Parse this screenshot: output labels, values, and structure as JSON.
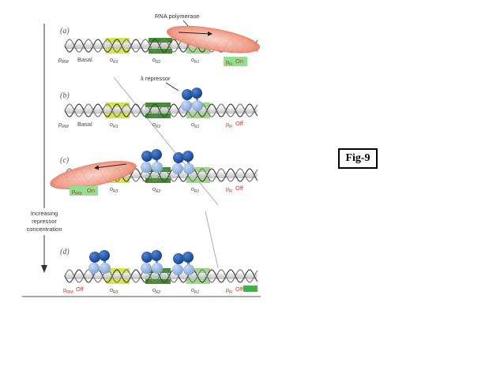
{
  "panels": {
    "a": {
      "label": "(a)",
      "promoter_rm": "p",
      "promoter_rm_sub": "RM",
      "basal": "Basal",
      "or3": "o",
      "or3_sub": "R3",
      "or2": "o",
      "or2_sub": "R2",
      "or1": "o",
      "or1_sub": "R1",
      "promoter_r": "p",
      "promoter_r_sub": "R",
      "status": "On",
      "rnap_label": "RNA polymerase"
    },
    "b": {
      "label": "(b)",
      "promoter_rm": "p",
      "promoter_rm_sub": "RM",
      "basal": "Basal",
      "or3": "o",
      "or3_sub": "R3",
      "or2": "o",
      "or2_sub": "R2",
      "or1": "o",
      "or1_sub": "R1",
      "promoter_r": "p",
      "promoter_r_sub": "R",
      "status": "Off",
      "repressor_label": "λ repressor"
    },
    "c": {
      "label": "(c)",
      "promoter_rm": "p",
      "promoter_rm_sub": "RM",
      "status_left": "On",
      "or3": "o",
      "or3_sub": "R3",
      "or2": "o",
      "or2_sub": "R2",
      "or1": "o",
      "or1_sub": "R1",
      "promoter_r": "p",
      "promoter_r_sub": "R",
      "status": "Off"
    },
    "d": {
      "label": "(d)",
      "promoter_rm": "p",
      "promoter_rm_sub": "RM",
      "status_left": "Off",
      "or3": "o",
      "or3_sub": "R3",
      "or2": "o",
      "or2_sub": "R2",
      "or1": "o",
      "or1_sub": "R1",
      "promoter_r": "p",
      "promoter_r_sub": "R",
      "status": "Off"
    }
  },
  "side_label": {
    "line1": "Increasing",
    "line2": "repressor",
    "line3": "concentration"
  },
  "figure_tag": "Fig-9",
  "colors": {
    "or3_site": "#d6e54a",
    "or2_site": "#3f8f2f",
    "or1_site": "#9fd98a",
    "rnap_fill": "#ef8a78",
    "repressor_dark": "#1f4f9e",
    "repressor_light": "#9db8e2",
    "status_red": "#c0392b",
    "promoter_box": "#8fe08f"
  }
}
